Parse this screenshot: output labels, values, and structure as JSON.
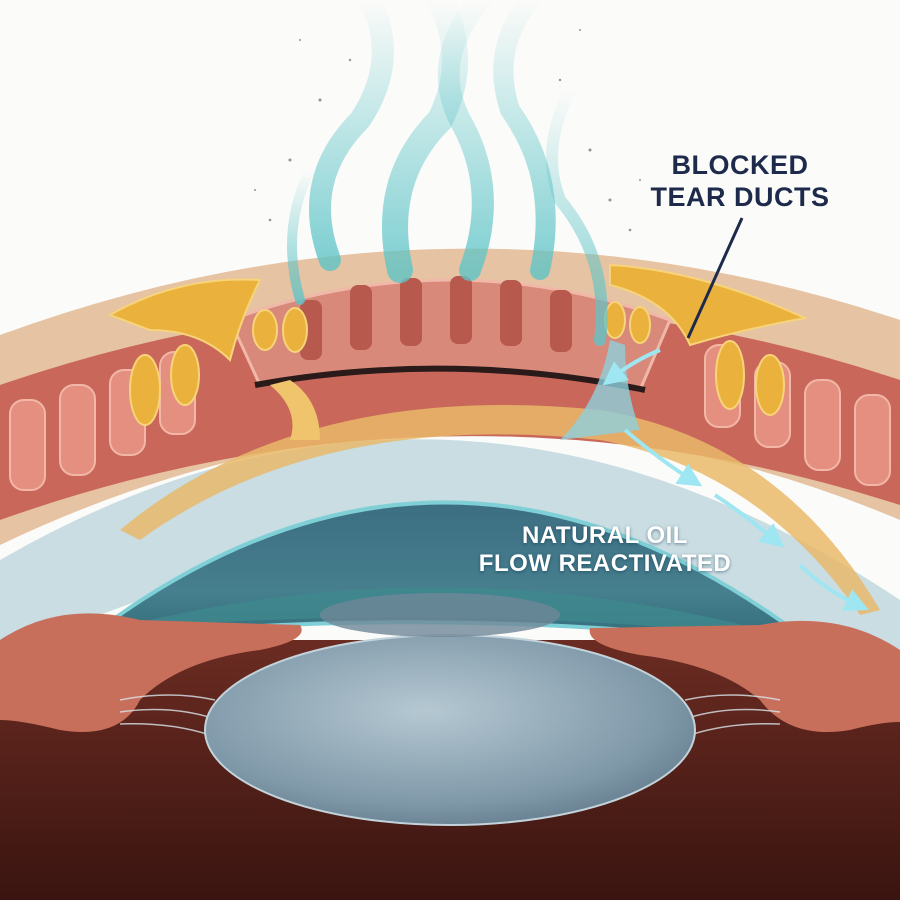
{
  "labels": {
    "blocked": [
      "BLOCKED",
      "TEAR DUCTS"
    ],
    "oil_flow": [
      "NATURAL OIL",
      "FLOW REACTIVATED"
    ]
  },
  "colors": {
    "label_dark": "#1e2a4c",
    "label_light": "#ffffff",
    "steam": "#5fc4c8",
    "gland": "#e9b13a",
    "tissue": "#d98a78",
    "lens": "#8fa9b8",
    "background": "#fbfbf9"
  }
}
